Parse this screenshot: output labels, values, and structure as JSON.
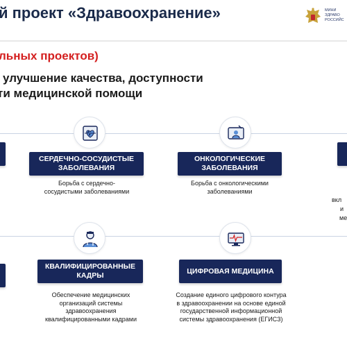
{
  "header": {
    "title": "й проект «Здравоохранение»",
    "emblem_text": [
      "МИНИ",
      "ЗДРАВО",
      "РОССИЙС"
    ]
  },
  "subtitle": "льных проектов)",
  "goal": {
    "line1": "улучшение качества,  доступности",
    "line2": "ти медицинской помощи"
  },
  "row1": {
    "cards": [
      {
        "title": "СЕРДЕЧНО-СОСУДИСТЫЕ ЗАБОЛЕВАНИЯ",
        "desc": "Борьба с сердечно-сосудистыми заболеваниями",
        "icon": "heart-folder-icon"
      },
      {
        "title": "ОНКОЛОГИЧЕСКИЕ ЗАБОЛЕВАНИЯ",
        "desc": "Борьба с онкологическими заболеваниями",
        "icon": "oncology-icon"
      }
    ],
    "edge_desc": [
      "вкл",
      "и",
      "ме"
    ]
  },
  "row2": {
    "cards": [
      {
        "title": "КВАЛИФИЦИРОВАННЫЕ КАДРЫ",
        "desc": "Обеспечение медицинских организаций системы здравоохранения квалифицированными кадрами",
        "icon": "doctor-icon"
      },
      {
        "title": "ЦИФРОВАЯ МЕДИЦИНА",
        "desc": "Создание единого цифрового контура в здравоохранении на основе единой государственной информационной системы здравоохранения (ЕГИСЗ)",
        "icon": "digital-medicine-icon"
      }
    ]
  },
  "colors": {
    "card": "#18275a",
    "accent": "#d42020"
  }
}
